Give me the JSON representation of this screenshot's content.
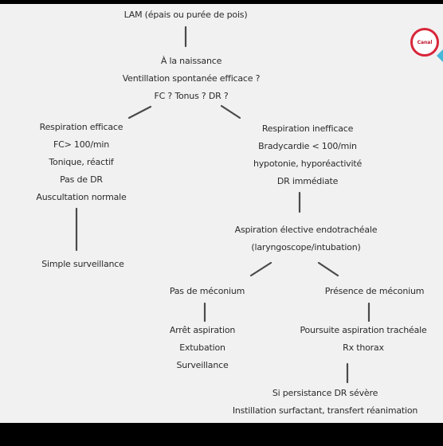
{
  "slide": {
    "root": "LAM (épais ou purée de pois)",
    "birth": [
      "À la naissance",
      "Ventillation spontanée efficace ?",
      "FC ? Tonus ? DR ?"
    ],
    "effective": [
      "Respiration efficace",
      "FC> 100/min",
      "Tonique, réactif",
      "Pas de DR",
      "Auscultation normale"
    ],
    "surveillance": "Simple surveillance",
    "ineffective": [
      "Respiration inefficace",
      "Bradycardie < 100/min",
      "hypotonie, hyporéactivité",
      "DR immédiate"
    ],
    "aspiration": [
      "Aspiration élective endotrachéale",
      "(laryngoscope/intubation)"
    ],
    "no_meconium": "Pas de méconium",
    "no_meconium_actions": [
      "Arrêt aspiration",
      "Extubation",
      "Surveillance"
    ],
    "meconium": "Présence de méconium",
    "meconium_actions": [
      "Poursuite aspiration trachéale",
      "Rx thorax"
    ],
    "persistence": [
      "Si persistance DR sévère",
      "Instillation surfactant, transfert réanimation"
    ]
  },
  "badge": {
    "label": "Canal",
    "color": "#d8263a"
  }
}
